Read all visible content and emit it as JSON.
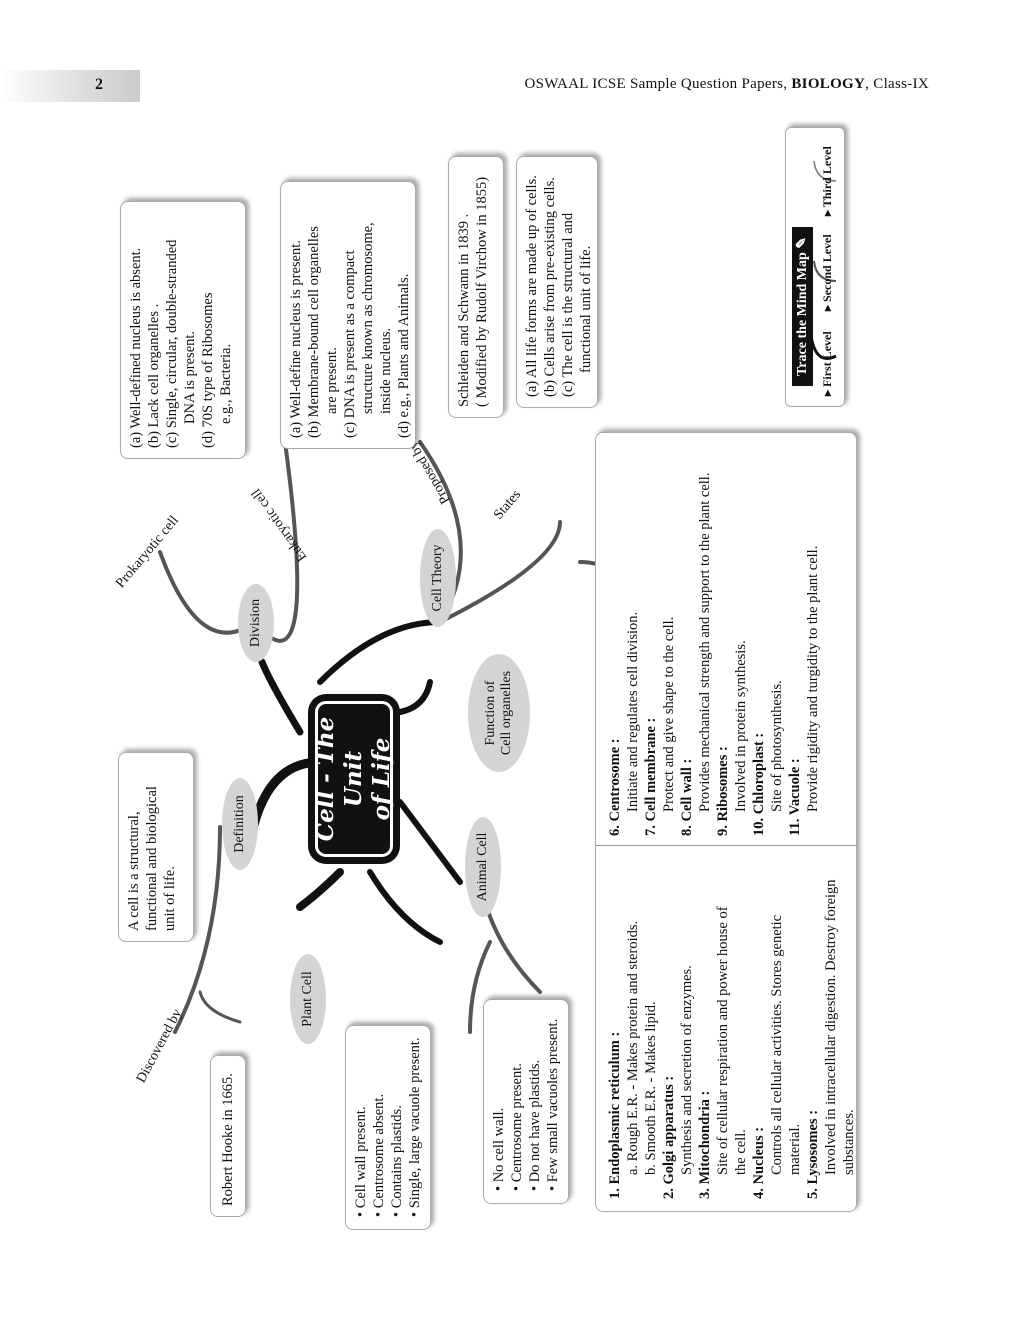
{
  "header": {
    "page_number": "2",
    "title_prefix": "OSWAAL ICSE Sample Question Papers, ",
    "title_bold": "BIOLOGY",
    "title_suffix": ", Class-IX"
  },
  "center": {
    "line1": "Cell - The Unit",
    "line2": "of Life"
  },
  "nodes": {
    "definition": "Definition",
    "division": "Division",
    "cell_theory": "Cell Theory",
    "function_line1": "Function of",
    "function_line2": "Cell organelles",
    "animal_cell": "Animal Cell",
    "plant_cell": "Plant Cell"
  },
  "branch_labels": {
    "discovered_by": "Discovered by",
    "prokaryotic": "Prokaryotic cell",
    "eukaryotic": "Eukaryotic cell",
    "proposed_by": "Proposed by",
    "states": "States"
  },
  "definition_box": [
    "A cell is a structural,",
    "functional and biological",
    "unit  of life."
  ],
  "discovery_box": "Robert Hooke in 1665.",
  "prokaryotic_box": [
    "(a)  Well-defined nucleus is absent.",
    "(b)  Lack cell organelles .",
    "(c)  Single, circular, double-stranded",
    "DNA is present.",
    "(d) 70S type of Ribosomes",
    "e.g., Bacteria."
  ],
  "eukaryotic_box": [
    "(a)  Well-define nucleus is present.",
    "(b)  Membrane-bound cell organelles",
    "are present.",
    "(c)  DNA is present as a compact",
    "structure known as chromosome,",
    "inside nucleus.",
    "(d) e.g., Plants and Animals."
  ],
  "proposed_box": [
    "Schleiden and Schwann in 1839 .",
    "( Modified by Rudolf Virchow in 1855)"
  ],
  "states_box": [
    "(a) All life forms are made up of cells.",
    "(b) Cells arise from pre-existing cells.",
    "(c)  The cell is the structural and",
    "functional unit of life."
  ],
  "plant_box": [
    "Cell wall present.",
    "Centrosome absent.",
    "Contains plastids.",
    "Single, large vacuole present."
  ],
  "animal_box": [
    "No cell wall.",
    "Centrosome present.",
    "Do not have plastids.",
    "Few small vacuoles present."
  ],
  "organelles_left": [
    {
      "title": "1. Endoplasmic reticulum :",
      "lines": [
        "a. Rough E.R. - Makes protein and steroids.",
        "b. Smooth E.R. - Makes lipid."
      ]
    },
    {
      "title": "2. Golgi apparatus :",
      "lines": [
        "Synthesis and secretion of enzymes."
      ]
    },
    {
      "title": "3. Mitochondria :",
      "lines": [
        "Site of cellular respiration and power house of",
        "the cell."
      ]
    },
    {
      "title": "4. Nucleus :",
      "lines": [
        "Controls all cellular activities. Stores genetic",
        "material."
      ]
    },
    {
      "title": "5. Lysosomes :",
      "lines": [
        "Involved in intracellular digestion. Destroy foreign",
        "substances."
      ]
    }
  ],
  "organelles_right": [
    {
      "title": "6. Centrosome :",
      "lines": [
        "Initiate and regulates cell division."
      ]
    },
    {
      "title": "7. Cell membrane :",
      "lines": [
        "Protect and give shape to the cell."
      ]
    },
    {
      "title": "8. Cell wall :",
      "lines": [
        "Provides mechanical strength and support to the plant cell."
      ]
    },
    {
      "title": "9. Ribosomes :",
      "lines": [
        "Involved in protein synthesis."
      ]
    },
    {
      "title": "10. Chloroplast :",
      "lines": [
        "Site of photosynthesis."
      ]
    },
    {
      "title": "11. Vacuole :",
      "lines": [
        "Provide rigidity and turgidity to the plant cell."
      ]
    }
  ],
  "legend": {
    "title": "Trace the  Mind Map",
    "first": "First Level",
    "second": "Second Level",
    "third": "Third Level"
  }
}
